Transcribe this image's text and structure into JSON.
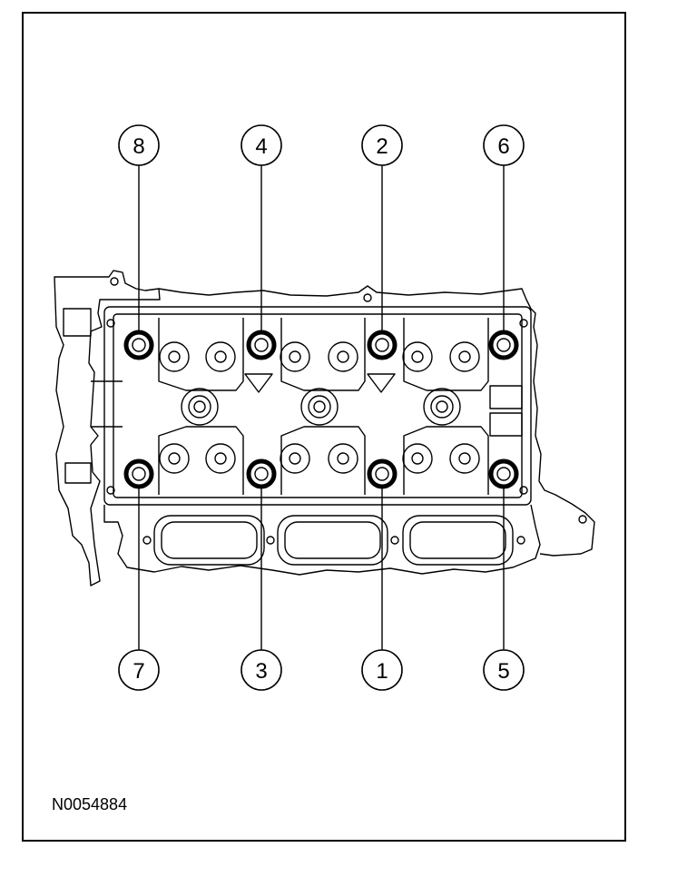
{
  "figure": {
    "id_label": "N0054884"
  },
  "callouts": {
    "top": [
      "8",
      "4",
      "2",
      "6"
    ],
    "bottom": [
      "7",
      "3",
      "1",
      "5"
    ]
  },
  "colors": {
    "line": "#000000",
    "background": "#ffffff"
  }
}
